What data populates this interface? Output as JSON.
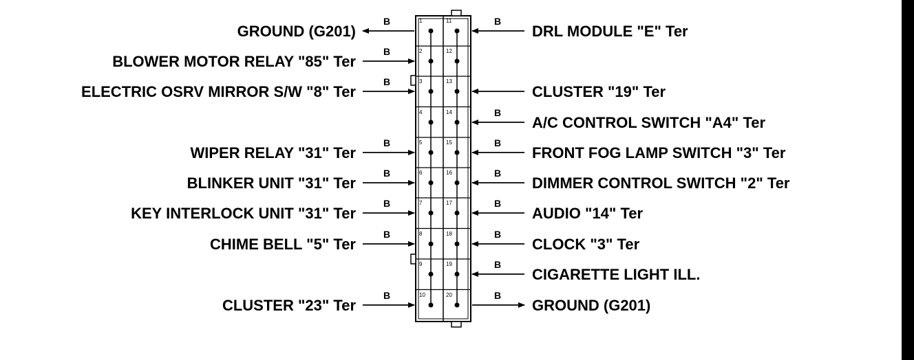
{
  "colors": {
    "ink": "#000000",
    "paper": "#ffffff",
    "edge_band": "#000000"
  },
  "connector": {
    "left_pins": [
      "1",
      "2",
      "3",
      "4",
      "5",
      "6",
      "7",
      "8",
      "9",
      "10"
    ],
    "right_pins": [
      "11",
      "12",
      "13",
      "14",
      "15",
      "16",
      "17",
      "18",
      "19",
      "20"
    ]
  },
  "left_wires": [
    {
      "label": "GROUND (G201)",
      "color": "B",
      "direction": "out"
    },
    {
      "label": "BLOWER MOTOR RELAY \"85\" Ter",
      "color": "B",
      "direction": "in"
    },
    {
      "label": "ELECTRIC OSRV MIRROR S/W \"8\" Ter",
      "color": "B",
      "direction": "in"
    },
    {
      "label": "",
      "color": "",
      "direction": "none"
    },
    {
      "label": "WIPER RELAY \"31\" Ter",
      "color": "B",
      "direction": "in"
    },
    {
      "label": "BLINKER UNIT \"31\" Ter",
      "color": "B",
      "direction": "in"
    },
    {
      "label": "KEY INTERLOCK UNIT \"31\" Ter",
      "color": "B",
      "direction": "in"
    },
    {
      "label": "CHIME BELL \"5\" Ter",
      "color": "B",
      "direction": "in"
    },
    {
      "label": "",
      "color": "",
      "direction": "none"
    },
    {
      "label": "CLUSTER \"23\" Ter",
      "color": "B",
      "direction": "in"
    }
  ],
  "right_wires": [
    {
      "label": "DRL MODULE \"E\" Ter",
      "color": "B",
      "direction": "in"
    },
    {
      "label": "",
      "color": "",
      "direction": "none"
    },
    {
      "label": "CLUSTER \"19\" Ter",
      "color": "",
      "direction": "in"
    },
    {
      "label": "A/C CONTROL SWITCH \"A4\" Ter",
      "color": "B",
      "direction": "in"
    },
    {
      "label": "FRONT FOG LAMP SWITCH \"3\" Ter",
      "color": "B",
      "direction": "in"
    },
    {
      "label": "DIMMER CONTROL SWITCH \"2\" Ter",
      "color": "B",
      "direction": "in"
    },
    {
      "label": "AUDIO \"14\" Ter",
      "color": "B",
      "direction": "in"
    },
    {
      "label": "CLOCK \"3\" Ter",
      "color": "B",
      "direction": "in"
    },
    {
      "label": "CIGARETTE LIGHT ILL.",
      "color": "B",
      "direction": "in"
    },
    {
      "label": "GROUND (G201)",
      "color": "B",
      "direction": "out"
    }
  ]
}
